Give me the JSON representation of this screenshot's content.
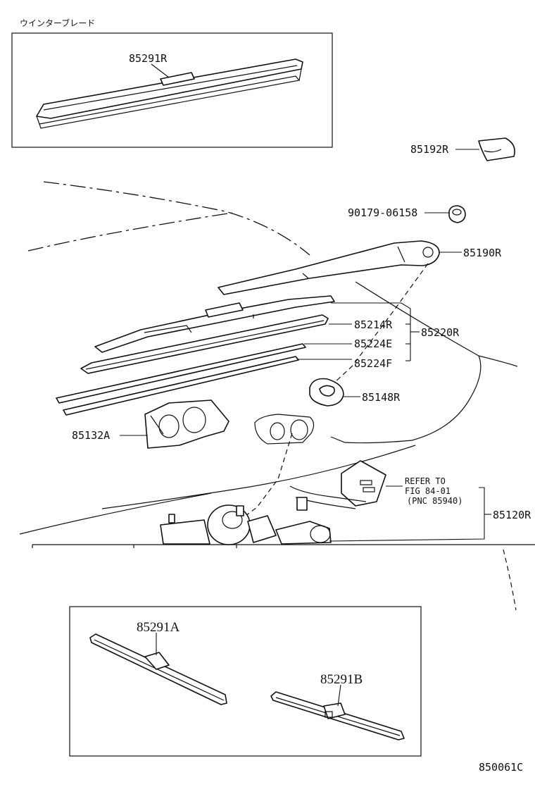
{
  "header": {
    "note_jp": "ウインターブレード"
  },
  "callouts": {
    "p85291R": "85291R",
    "p85192R": "85192R",
    "p9017906158": "90179-06158",
    "p85190R": "85190R",
    "p85214R": "85214R",
    "p85224E": "85224E",
    "p85224F": "85224F",
    "p85220R": "85220R",
    "p85148R": "85148R",
    "p85132A": "85132A",
    "p85120R": "85120R",
    "p85291A": "85291A",
    "p85291B": "85291B"
  },
  "refer": {
    "line1": "REFER TO",
    "line2": "FIG 84-01",
    "line3": "(PNC 85940)"
  },
  "figure_id": "850061C"
}
